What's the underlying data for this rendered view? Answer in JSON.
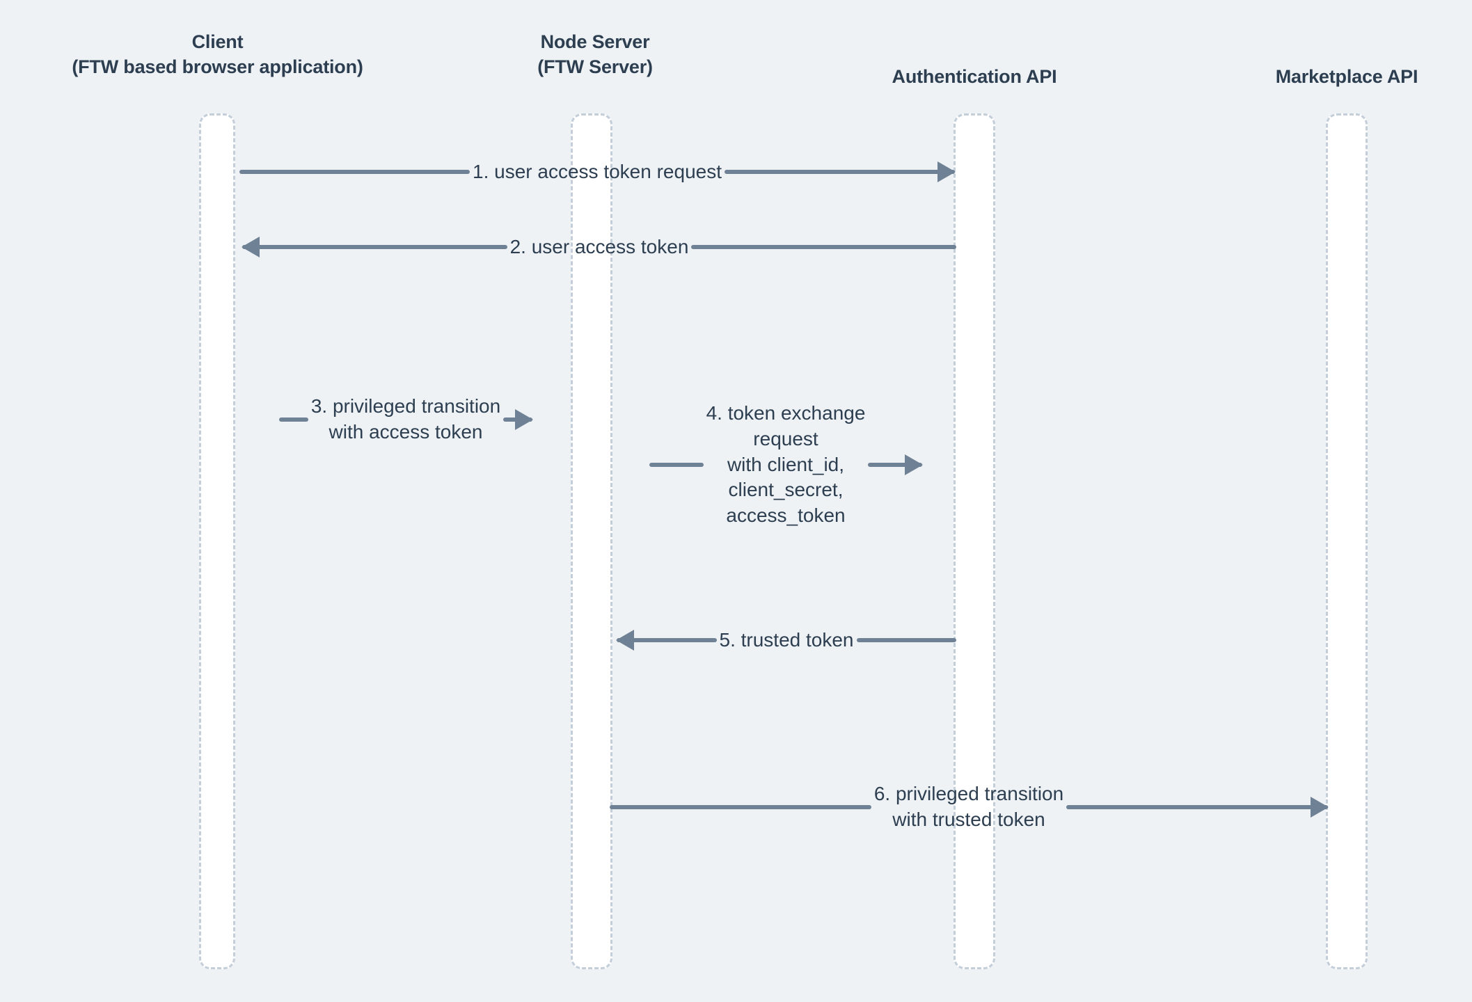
{
  "diagram": {
    "type": "sequence-diagram",
    "background_color": "#eef2f5",
    "line_color": "#6f8195",
    "text_color": "#2c3e50",
    "lifeline_border_color": "#c3ced9",
    "lifeline_fill_color": "#ffffff",
    "participants": [
      {
        "id": "client",
        "line1": "Client",
        "line2": "(FTW based browser application)"
      },
      {
        "id": "node-server",
        "line1": "Node Server",
        "line2": "(FTW Server)"
      },
      {
        "id": "auth-api",
        "line1": "Authentication API",
        "line2": ""
      },
      {
        "id": "marketplace-api",
        "line1": "Marketplace API",
        "line2": ""
      }
    ],
    "messages": [
      {
        "number": "1",
        "label": "1. user access token request",
        "from": "client",
        "to": "auth-api",
        "direction": "right"
      },
      {
        "number": "2",
        "label": "2. user access token",
        "from": "auth-api",
        "to": "client",
        "direction": "left"
      },
      {
        "number": "3",
        "label": "3. privileged transition\nwith access token",
        "from": "client",
        "to": "node-server",
        "direction": "right"
      },
      {
        "number": "4",
        "label": "4. token exchange\nrequest\nwith client_id,\nclient_secret,\naccess_token",
        "from": "node-server",
        "to": "auth-api",
        "direction": "right"
      },
      {
        "number": "5",
        "label": "5. trusted token",
        "from": "auth-api",
        "to": "node-server",
        "direction": "left"
      },
      {
        "number": "6",
        "label": "6. privileged transition\nwith trusted token",
        "from": "node-server",
        "to": "marketplace-api",
        "direction": "right"
      }
    ]
  }
}
